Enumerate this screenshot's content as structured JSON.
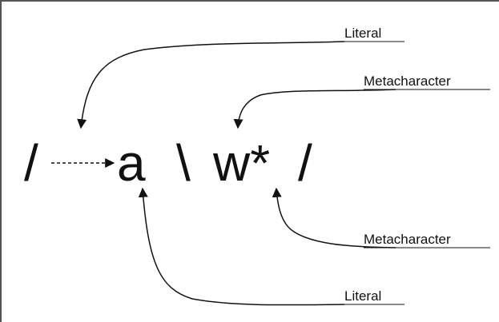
{
  "diagram": {
    "regex_tokens": [
      "/",
      "a",
      "\\",
      "w*",
      "/"
    ],
    "labels": {
      "top_literal": "Literal",
      "top_metacharacter": "Metacharacter",
      "bottom_metacharacter": "Metacharacter",
      "bottom_literal": "Literal"
    },
    "colors": {
      "ink": "#111111",
      "border": "#555555"
    }
  }
}
